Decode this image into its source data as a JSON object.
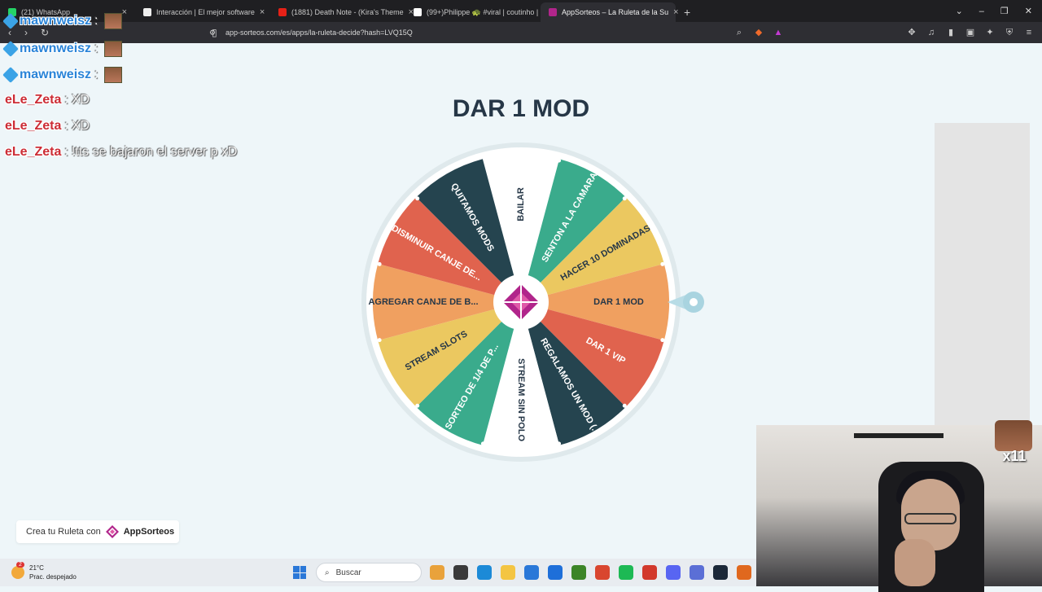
{
  "browser": {
    "tabs": [
      {
        "title": "(21) WhatsApp",
        "color": "#25d366",
        "active": false
      },
      {
        "title": "Interacción | El mejor software",
        "color": "#eeeeee",
        "active": false
      },
      {
        "title": "(1881) Death Note - (Kira's Theme",
        "color": "#e62117",
        "active": false
      },
      {
        "title": "(99+)Philippe 🐢 #viral | coutinho |",
        "color": "#ffffff",
        "active": false
      },
      {
        "title": "AppSorteos – La Ruleta de la Su",
        "color": "#b1258b",
        "active": true
      }
    ],
    "new_tab_glyph": "+",
    "url": "app-sorteos.com/es/apps/la-ruleta-decide?hash=LVQ15Q"
  },
  "page": {
    "title": "DAR 1 MOD",
    "credit_text": "Crea tu Ruleta con",
    "credit_brand": "AppSorteos"
  },
  "wheel": {
    "segments": [
      {
        "label": "BAILAR",
        "color": "#ffffff",
        "text_color": "#263747"
      },
      {
        "label": "SENTON A LA CAMARA",
        "color": "#3aab8c",
        "text_color": "#ffffff"
      },
      {
        "label": "HACER 10 DOMINADAS",
        "color": "#ebc860",
        "text_color": "#263747"
      },
      {
        "label": "DAR 1 MOD",
        "color": "#f0a060",
        "text_color": "#263747"
      },
      {
        "label": "DAR 1 VIP",
        "color": "#e0634e",
        "text_color": "#ffffff"
      },
      {
        "label": "REGALAMOS UN MOD (...",
        "color": "#25444f",
        "text_color": "#ffffff"
      },
      {
        "label": "STREAM SIN POLO",
        "color": "#ffffff",
        "text_color": "#263747"
      },
      {
        "label": "SORTEO DE 1/4 DE P...",
        "color": "#3aab8c",
        "text_color": "#ffffff"
      },
      {
        "label": "STREAM SLOTS",
        "color": "#ebc860",
        "text_color": "#263747"
      },
      {
        "label": "AGREGAR CANJE DE B...",
        "color": "#f0a060",
        "text_color": "#263747"
      },
      {
        "label": "DISMINUIR CANJE DE...",
        "color": "#e0634e",
        "text_color": "#ffffff"
      },
      {
        "label": "QUITAMOS MODS",
        "color": "#25444f",
        "text_color": "#ffffff"
      }
    ]
  },
  "chat": [
    {
      "user": "mawnweisz",
      "sep": ":",
      "message": "",
      "type": "u1"
    },
    {
      "user": "mawnweisz",
      "sep": ":",
      "message": "",
      "type": "u1"
    },
    {
      "user": "mawnweisz",
      "sep": ":",
      "message": "",
      "type": "u1"
    },
    {
      "user": "eLe_Zeta",
      "sep": ":",
      "message": "XD",
      "type": "u2"
    },
    {
      "user": "eLe_Zeta",
      "sep": ":",
      "message": "XD",
      "type": "u2"
    },
    {
      "user": "eLe_Zeta",
      "sep": ":",
      "message": "!tts se bajaron el server p xD",
      "type": "u2"
    }
  ],
  "overlay": {
    "multiplier": "x11"
  },
  "taskbar": {
    "temperature": "21°C",
    "weather": "Prac. despejado",
    "search_placeholder": "Buscar",
    "notification_count": "2",
    "apps": [
      "#e9a23b",
      "#3a3a3a",
      "#1c8ad7",
      "#f4c542",
      "#2a78d8",
      "#1e6fd9",
      "#3c8527",
      "#d9462f",
      "#1db954",
      "#d2392c",
      "#5865f2",
      "#5b6fd6",
      "#1b2838",
      "#e0681e"
    ]
  }
}
